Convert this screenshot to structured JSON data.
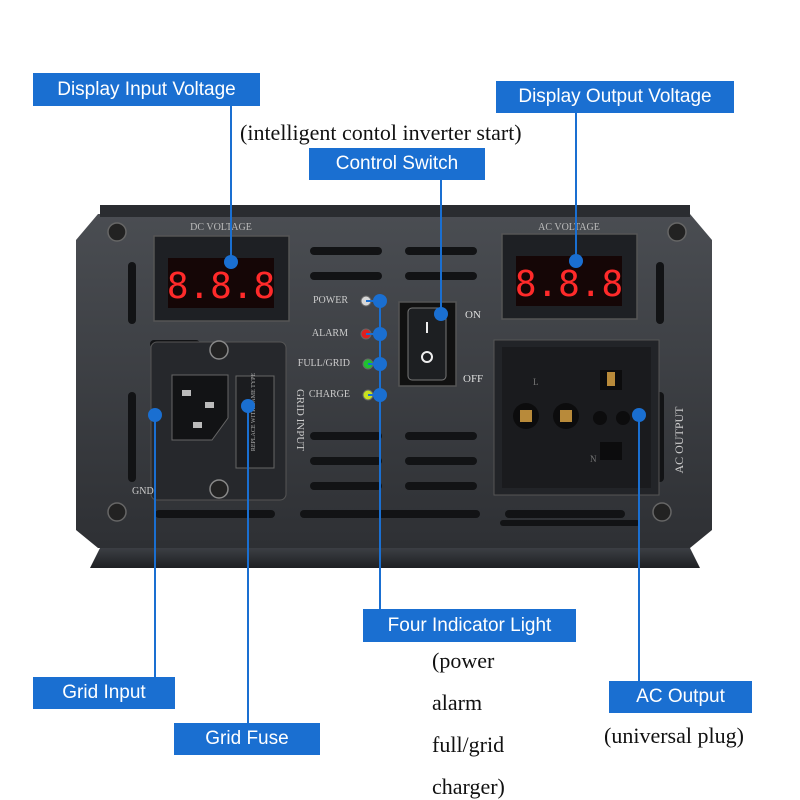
{
  "callouts": {
    "display_input_voltage": "Display Input Voltage",
    "display_output_voltage": "Display Output Voltage",
    "control_switch": "Control Switch",
    "four_indicator_light": "Four Indicator Light",
    "grid_input": "Grid Input",
    "grid_fuse": "Grid Fuse",
    "ac_output": "AC Output"
  },
  "notes": {
    "control_switch_note": "(intelligent contol inverter start)",
    "indicator_lines": [
      "(power",
      "alarm",
      "full/grid",
      "charger)"
    ],
    "ac_output_note": "(universal plug)"
  },
  "panel": {
    "dc_voltage": "DC VOLTAGE",
    "ac_voltage": "AC VOLTAGE",
    "dc_display": "8.8.8",
    "ac_display": "8.8.8",
    "led_labels": [
      "POWER",
      "ALARM",
      "FULL/GRID",
      "CHARGE"
    ],
    "switch_on": "ON",
    "switch_off": "OFF",
    "grid_input": "GRID INPUT",
    "gnd": "GND",
    "ac_output": "AC OUTPUT",
    "fuse_text": "REPLACE WITH SAME TYPE",
    "socket_n": "N",
    "socket_l": "L"
  },
  "colors": {
    "callout_blue": "#1a6fd1",
    "panel": "#3a3d42",
    "display_red": "#ff2a2a",
    "led_power": "#d8d8d8",
    "led_alarm": "#e02020",
    "led_full": "#20c030",
    "led_charge": "#c8e020"
  }
}
